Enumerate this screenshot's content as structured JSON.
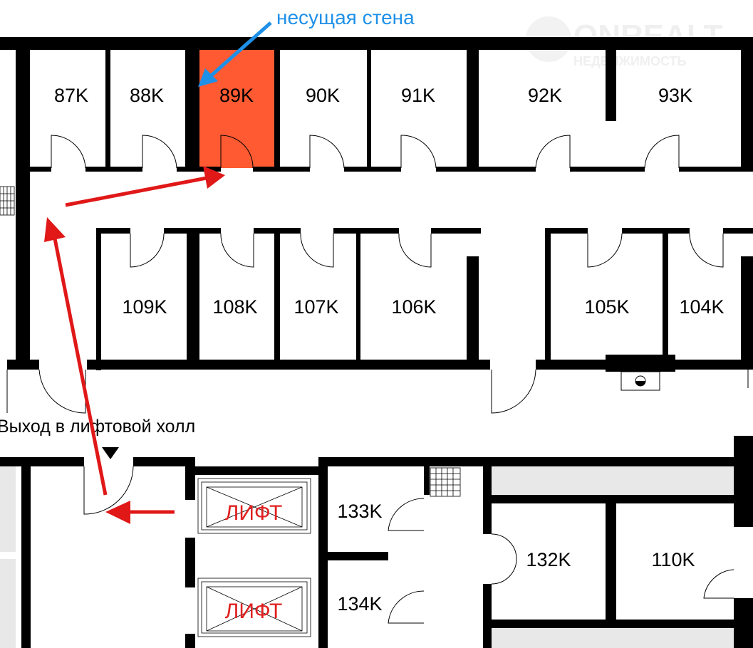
{
  "annotation": {
    "bearing_wall": "несущая стена"
  },
  "watermark": {
    "brand": "ONREALT",
    "subtitle": "НЕДВИЖИМОСТЬ"
  },
  "rooms_top": [
    "87K",
    "88K",
    "89K",
    "90K",
    "91K",
    "92K",
    "93K"
  ],
  "rooms_middle": [
    "109K",
    "108K",
    "107K",
    "106K",
    "105K",
    "104K"
  ],
  "rooms_bottom": [
    "133K",
    "134K",
    "132K",
    "110K"
  ],
  "exit_label": "Выход в лифтовой холл",
  "lifts": [
    "ЛИФТ",
    "ЛИФТ"
  ],
  "highlight": {
    "room": "89K",
    "color": "#ff5a32"
  },
  "colors": {
    "route_arrow": "#e01818",
    "annotation_arrow": "#1e90e8"
  }
}
